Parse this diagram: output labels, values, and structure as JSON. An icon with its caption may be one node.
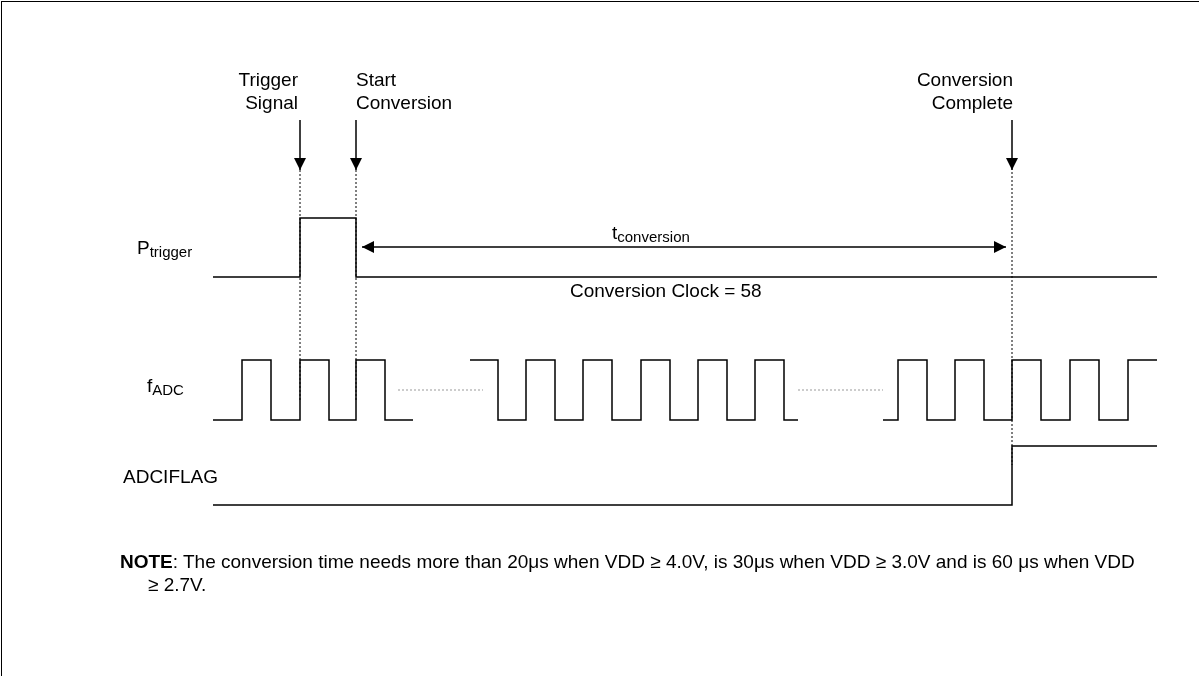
{
  "diagram": {
    "nodes": [
      {
        "text": [
          "Trigger Signal"
        ]
      },
      {
        "text": [
          "Start Conversion"
        ]
      },
      {
        "text": [
          "Conversion Complete"
        ]
      }
    ],
    "edges": [
      {
        "from": 0,
        "to": null,
        "arrow": "to"
      },
      {
        "from": 1,
        "to": null,
        "arrow": "to"
      },
      {
        "from": 2,
        "to": null,
        "arrow": "to"
      }
    ],
    "labels": [
      "P$_{trigger}$",
      "t$_{conversion}$",
      "Conversion Clock = 58",
      "f$_{ADC}$",
      "ADCIFLAG",
      "**NOTE**: The conversion time needs more than 20μs when VDD ≥ 4.0V, is 30μs when VDD ≥ 3.0V and is 60 μs when VDD ≥ 2.7V."
    ]
  }
}
